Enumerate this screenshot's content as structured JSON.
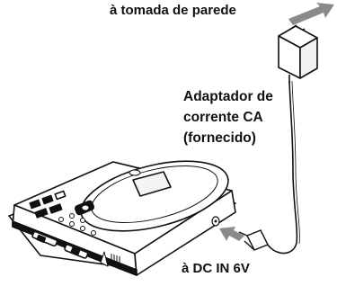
{
  "labels": {
    "wall_outlet": "à tomada de parede",
    "adapter_line1": "Adaptador de",
    "adapter_line2": "corrente CA",
    "adapter_line3": "(fornecido)",
    "dc_in": "à DC IN 6V"
  }
}
